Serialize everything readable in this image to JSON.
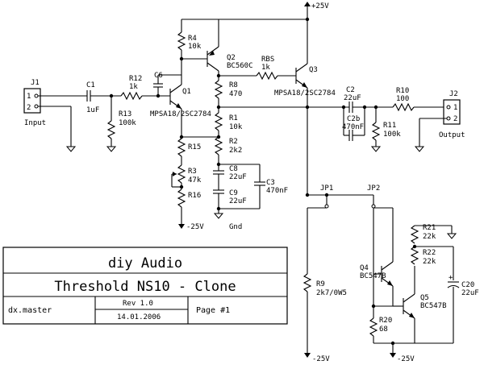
{
  "rails": {
    "pos": "+25V",
    "neg": "-25V",
    "gnd": "Gnd"
  },
  "connectors": {
    "j1": {
      "ref": "J1",
      "pin1": "1",
      "pin2": "2",
      "label": "Input"
    },
    "j2": {
      "ref": "J2",
      "pin1": "1",
      "pin2": "2",
      "label": "Output"
    },
    "jp1": "JP1",
    "jp2": "JP2"
  },
  "components": {
    "c1": {
      "ref": "C1",
      "value": "1uF"
    },
    "r12": {
      "ref": "R12",
      "value": "1k"
    },
    "c6": {
      "ref": "C6"
    },
    "r13": {
      "ref": "R13",
      "value": "100k"
    },
    "r4": {
      "ref": "R4",
      "value": "10k"
    },
    "q1": {
      "ref": "Q1",
      "part": "MPSA18/2SC2784"
    },
    "q2": {
      "ref": "Q2",
      "part": "BC560C"
    },
    "rbs": {
      "ref": "RBS",
      "value": "1k"
    },
    "q3": {
      "ref": "Q3",
      "part": "MPSA18/2SC2784"
    },
    "r8": {
      "ref": "R8",
      "value": "470"
    },
    "r1": {
      "ref": "R1",
      "value": "10k"
    },
    "r2": {
      "ref": "R2",
      "value": "2k2"
    },
    "r15": {
      "ref": "R15"
    },
    "r3": {
      "ref": "R3",
      "value": "47k"
    },
    "r16": {
      "ref": "R16"
    },
    "c8": {
      "ref": "C8",
      "value": "22uF"
    },
    "c9": {
      "ref": "C9",
      "value": "22uF"
    },
    "c3": {
      "ref": "C3",
      "value": "470nF"
    },
    "c2": {
      "ref": "C2",
      "value": "22uF"
    },
    "c2b": {
      "ref": "C2b",
      "value": "470nF"
    },
    "r10": {
      "ref": "R10",
      "value": "100"
    },
    "r11": {
      "ref": "R11",
      "value": "100k"
    },
    "r9": {
      "ref": "R9",
      "value": "2k7/0W5"
    },
    "q4": {
      "ref": "Q4",
      "part": "BC547B"
    },
    "q5": {
      "ref": "Q5",
      "part": "BC547B"
    },
    "r20": {
      "ref": "R20",
      "value": "68"
    },
    "r21": {
      "ref": "R21",
      "value": "22k"
    },
    "r22": {
      "ref": "R22",
      "value": "22k"
    },
    "c20": {
      "ref": "C20",
      "value": "22uF",
      "polarity": "+"
    }
  },
  "title_block": {
    "org": "diy Audio",
    "title": "Threshold NS10 - Clone",
    "author": "dx.master",
    "rev": "Rev 1.0",
    "date": "14.01.2006",
    "page": "Page #1"
  }
}
